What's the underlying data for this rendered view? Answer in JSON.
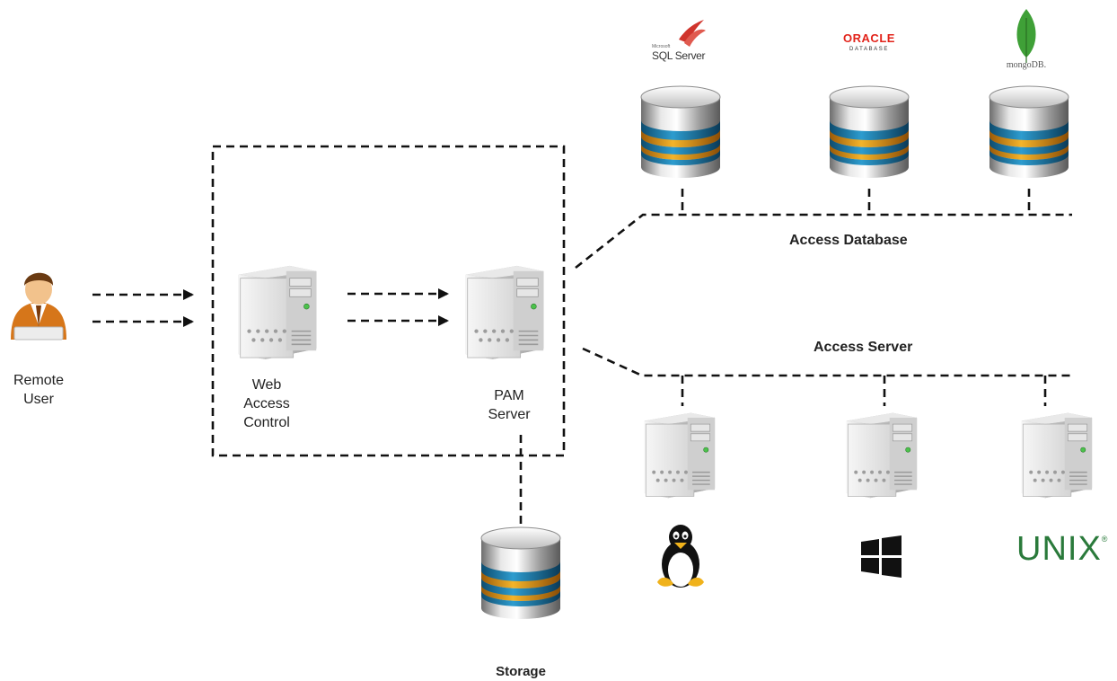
{
  "nodes": {
    "remote_user": {
      "label_line1": "Remote",
      "label_line2": "User"
    },
    "web_access_control": {
      "label_line1": "Web",
      "label_line2": "Access",
      "label_line3": "Control"
    },
    "pam_server": {
      "label_line1": "PAM",
      "label_line2": "Server"
    },
    "storage": {
      "label": "Storage"
    }
  },
  "groups": {
    "access_database": {
      "label": "Access Database"
    },
    "access_server": {
      "label": "Access Server"
    }
  },
  "logos": {
    "sql_server": {
      "small": "Microsoft",
      "text": "SQL Server"
    },
    "oracle": {
      "text": "ORACLE",
      "subtext": "DATABASE"
    },
    "mongodb": {
      "text": "mongoDB."
    },
    "unix": {
      "text": "UNIX",
      "mark": "®"
    }
  },
  "colors": {
    "oracle_red": "#e2231a",
    "mongodb_green": "#3fa037",
    "unix_green": "#2a7a3b",
    "windows_black": "#111111",
    "connector": "#111111"
  }
}
